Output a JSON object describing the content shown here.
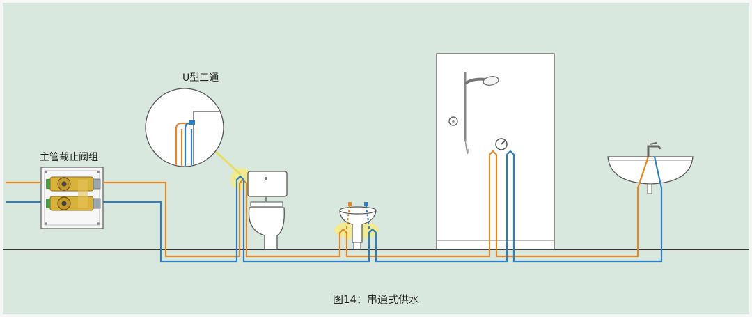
{
  "labels": {
    "u_tee": "U型三通",
    "main_valve": "主管截止阀组",
    "caption": "图14：串通式供水"
  },
  "colors": {
    "background": "#d9e8de",
    "hot_pipe": "#e08a2a",
    "cold_pipe": "#2f7fc0",
    "floor": "#333333",
    "highlight": "#f3ea8a",
    "fixture_fill": "#ffffff",
    "fixture_stroke": "#555555",
    "manifold_brass": "#d9b23a"
  }
}
